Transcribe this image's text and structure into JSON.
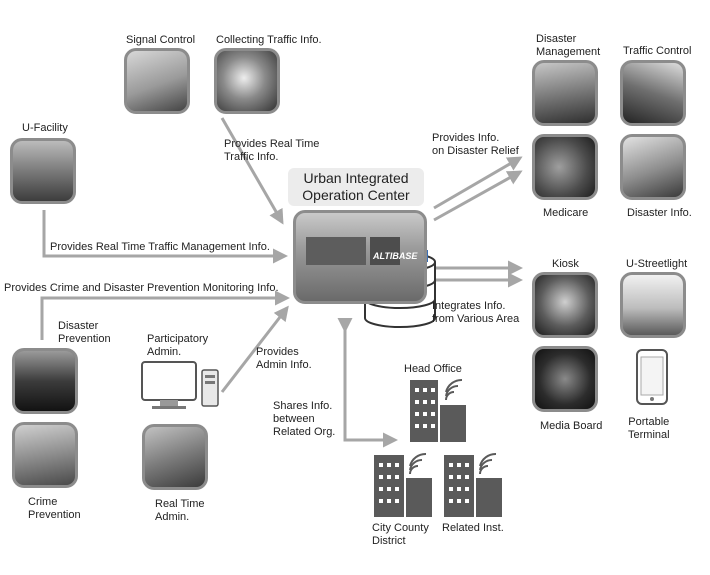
{
  "center": {
    "title_line1": "Urban Integrated",
    "title_line2": "Operation Center",
    "db_logo": "ALTIBASE"
  },
  "nodes": {
    "signal_control": "Signal Control",
    "collecting_traffic": "Collecting Traffic Info.",
    "u_facility": "U-Facility",
    "disaster_management_line1": "Disaster",
    "disaster_management_line2": "Management",
    "traffic_control": "Traffic Control",
    "medicare": "Medicare",
    "disaster_info": "Disaster Info.",
    "kiosk": "Kiosk",
    "u_streetlight": "U-Streetlight",
    "media_board": "Media Board",
    "portable_terminal_line1": "Portable",
    "portable_terminal_line2": "Terminal",
    "disaster_prevention_line1": "Disaster",
    "disaster_prevention_line2": "Prevention",
    "crime_prevention_line1": "Crime",
    "crime_prevention_line2": "Prevention",
    "participatory_admin_line1": "Participatory",
    "participatory_admin_line2": "Admin.",
    "real_time_admin_line1": "Real Time",
    "real_time_admin_line2": "Admin.",
    "head_office": "Head Office",
    "city_county_line1": "City County",
    "city_county_line2": "District",
    "related_inst": "Related Inst."
  },
  "flows": {
    "realtime_traffic_line1": "Provides Real Time",
    "realtime_traffic_line2": "Traffic Info.",
    "traffic_mgmt": "Provides Real Time Traffic Management Info.",
    "crime_disaster": "Provides Crime and Disaster Prevention Monitoring Info.",
    "disaster_relief_line1": "Provides Info.",
    "disaster_relief_line2": "on Disaster Relief",
    "integrates_line1": "Integrates Info.",
    "integrates_line2": "from Various Area",
    "admin_info_line1": "Provides",
    "admin_info_line2": "Admin Info.",
    "shares_line1": "Shares Info.",
    "shares_line2": "between",
    "shares_line3": "Related Org."
  },
  "colors": {
    "arrow": "#a6a6a6",
    "tile_border": "#8c8c8c",
    "building": "#5a5a5a",
    "title_bg": "#ececec"
  }
}
